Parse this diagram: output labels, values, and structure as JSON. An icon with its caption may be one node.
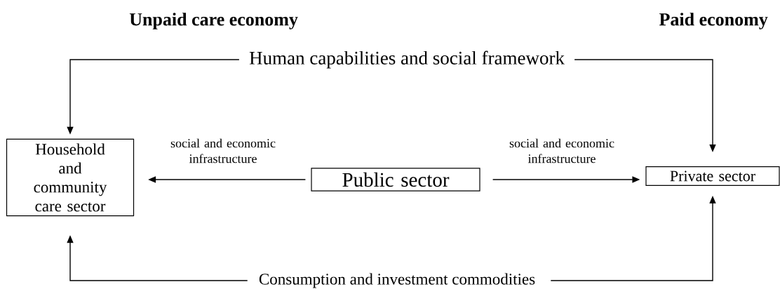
{
  "diagram": {
    "nodes": [
      {
        "text": [
          "Human capabilities and social framework"
        ]
      },
      {
        "text": [
          "Household and community care sector"
        ]
      },
      {
        "text": [
          "Public sector"
        ]
      },
      {
        "text": [
          "Private sector"
        ]
      },
      {
        "text": [
          "Consumption and investment commodities"
        ]
      }
    ],
    "edges": [
      {
        "from": 0,
        "to": 1,
        "arrow": "to"
      },
      {
        "from": 0,
        "to": 3,
        "arrow": "to"
      },
      {
        "from": 2,
        "to": 1,
        "arrow": "to",
        "label": "social and economic infrastructure"
      },
      {
        "from": 2,
        "to": 3,
        "arrow": "to",
        "label": "social and economic infrastructure"
      },
      {
        "from": 4,
        "to": 1,
        "arrow": "to"
      },
      {
        "from": 4,
        "to": 3,
        "arrow": "to"
      }
    ],
    "labels": [
      "Unpaid care economy",
      "Paid economy"
    ]
  }
}
